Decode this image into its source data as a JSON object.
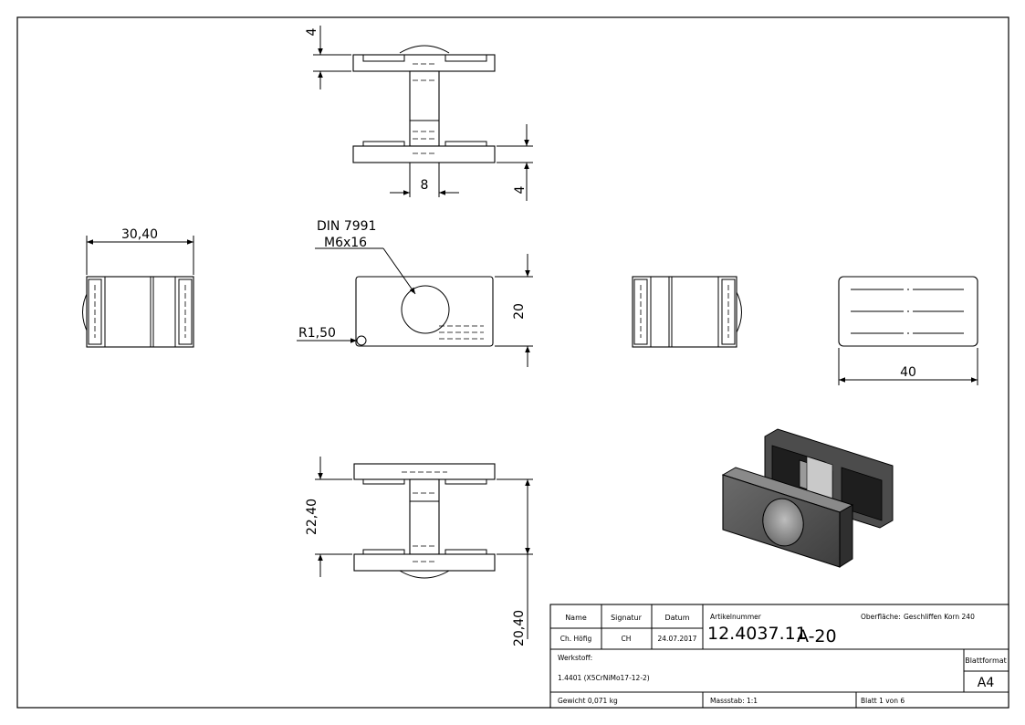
{
  "dimensions": {
    "top_flange": "4",
    "web": "8",
    "bottom_flange": "4",
    "side_width": "30,40",
    "hole_note_line1": "DIN 7991",
    "hole_note_line2": "M6x16",
    "front_height": "20",
    "corner_radius": "R1,50",
    "back_width": "40",
    "bottom_height": "22,40",
    "overall_height": "20,40"
  },
  "title_block": {
    "name_label": "Name",
    "signature_label": "Signatur",
    "date_label": "Datum",
    "name": "Ch. Höfig",
    "signature": "CH",
    "date": "24.07.2017",
    "article_label": "Artikelnummer",
    "article_number": "12.4037.11",
    "article_suffix": "A-20",
    "surface_label": "Oberfläche:",
    "surface": "Geschliffen Korn 240",
    "material_label": "Werkstoff:",
    "material": "1.4401 (X5CrNiMo17-12-2)",
    "format_label": "Blattformat",
    "format": "A4",
    "weight": "Gewicht 0,071 kg",
    "scale": "Massstab: 1:1",
    "sheet": "Blatt 1 von 6"
  }
}
